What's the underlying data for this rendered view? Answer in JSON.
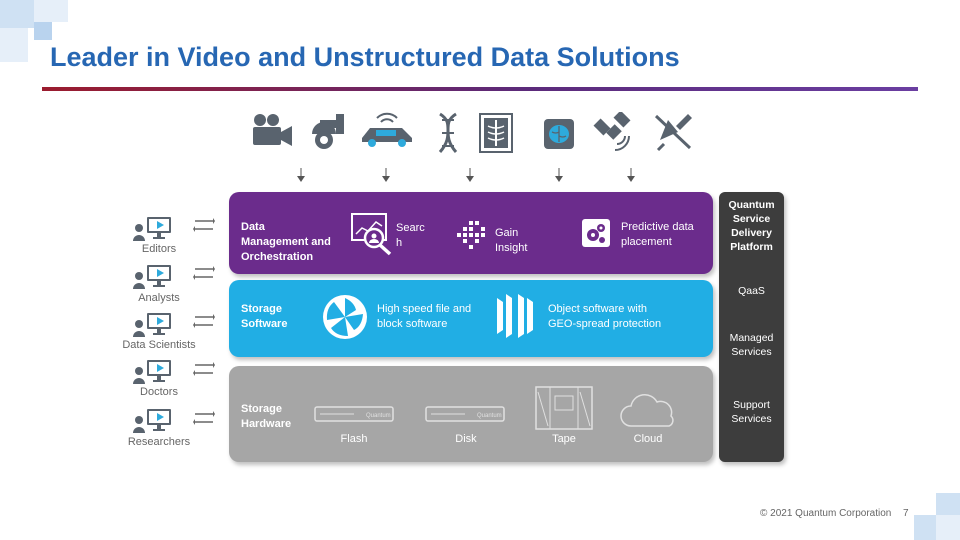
{
  "title": "Leader in Video and Unstructured Data Solutions",
  "colors": {
    "title_blue": "#2767b3",
    "data_management": "#6b2c8c",
    "storage_software": "#21aee4",
    "storage_hardware": "#a6a6a6",
    "platform": "#3d3d3d"
  },
  "top_icons": [
    "video-camera-icon",
    "security-camera-icon",
    "connected-car-icon",
    "dna-icon",
    "xray-icon",
    "brain-scan-icon",
    "satellite-icon",
    "aircraft-icon"
  ],
  "users": [
    {
      "label": "Editors",
      "icon": "user-monitor-icon"
    },
    {
      "label": "Analysts",
      "icon": "user-monitor-icon"
    },
    {
      "label": "Data Scientists",
      "icon": "user-monitor-icon"
    },
    {
      "label": "Doctors",
      "icon": "user-monitor-icon"
    },
    {
      "label": "Researchers",
      "icon": "user-monitor-icon"
    }
  ],
  "data_management": {
    "title_line1": "Data",
    "title_line2": "Management and",
    "title_line3": "Orchestration",
    "search_line1": "Searc",
    "search_line2": "h",
    "gain_line1": "Gain",
    "gain_line2": "Insight",
    "predictive_line1": "Predictive data",
    "predictive_line2": "placement"
  },
  "storage_software": {
    "title_line1": "Storage",
    "title_line2": "Software",
    "hs_line1": "High speed file and",
    "hs_line2": "block software",
    "obj_line1": "Object software with",
    "obj_line2": "GEO-spread protection"
  },
  "storage_hardware": {
    "title_line1": "Storage",
    "title_line2": "Hardware",
    "flash": "Flash",
    "disk": "Disk",
    "tape": "Tape",
    "cloud": "Cloud",
    "brand": "Quantum"
  },
  "platform": {
    "title_line1": "Quantum",
    "title_line2": "Service",
    "title_line3": "Delivery",
    "title_line4": "Platform",
    "qaas": "QaaS",
    "managed_line1": "Managed",
    "managed_line2": "Services",
    "support_line1": "Support",
    "support_line2": "Services"
  },
  "footer": {
    "copyright": "© 2021 Quantum Corporation",
    "page": "7"
  }
}
